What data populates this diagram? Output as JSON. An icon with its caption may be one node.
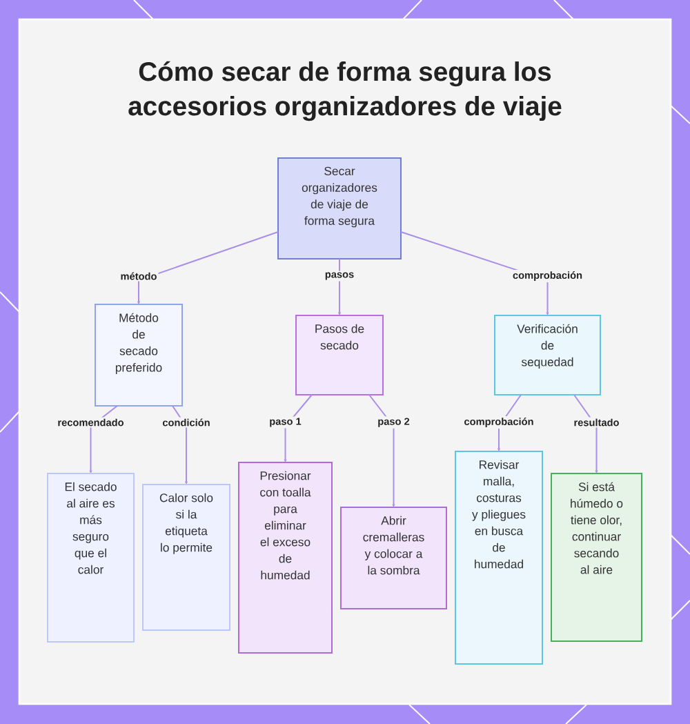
{
  "diagram": {
    "title": "Cómo secar de forma segura los accesorios organizadores de viaje",
    "nodes": [
      {
        "text": [
          "Secar organizadores de viaje de forma segura"
        ]
      },
      {
        "text": [
          "Método de secado preferido"
        ]
      },
      {
        "text": [
          "Pasos de secado"
        ]
      },
      {
        "text": [
          "Verificación de sequedad"
        ]
      },
      {
        "text": [
          "El secado al aire es más seguro que el calor"
        ]
      },
      {
        "text": [
          "Calor solo si la etiqueta lo permite"
        ]
      },
      {
        "text": [
          "Presionar con toalla para eliminar el exceso de humedad"
        ]
      },
      {
        "text": [
          "Abrir cremalleras y colocar a la sombra"
        ]
      },
      {
        "text": [
          "Revisar malla, costuras y pliegues en busca de humedad"
        ]
      },
      {
        "text": [
          "Si está húmedo o tiene olor, continuar secando al aire"
        ]
      }
    ],
    "edges": [
      {
        "from": 0,
        "to": 1,
        "arrow": "to",
        "label": "método"
      },
      {
        "from": 0,
        "to": 2,
        "arrow": "to",
        "label": "pasos"
      },
      {
        "from": 0,
        "to": 3,
        "arrow": "to",
        "label": "comprobación"
      },
      {
        "from": 1,
        "to": 4,
        "arrow": "to",
        "label": "recomendado"
      },
      {
        "from": 1,
        "to": 5,
        "arrow": "to",
        "label": "condición"
      },
      {
        "from": 2,
        "to": 6,
        "arrow": "to",
        "label": "paso 1"
      },
      {
        "from": 2,
        "to": 7,
        "arrow": "to",
        "label": "paso 2"
      },
      {
        "from": 3,
        "to": 8,
        "arrow": "to",
        "label": "comprobación"
      },
      {
        "from": 3,
        "to": 9,
        "arrow": "to",
        "label": "resultado"
      }
    ]
  }
}
